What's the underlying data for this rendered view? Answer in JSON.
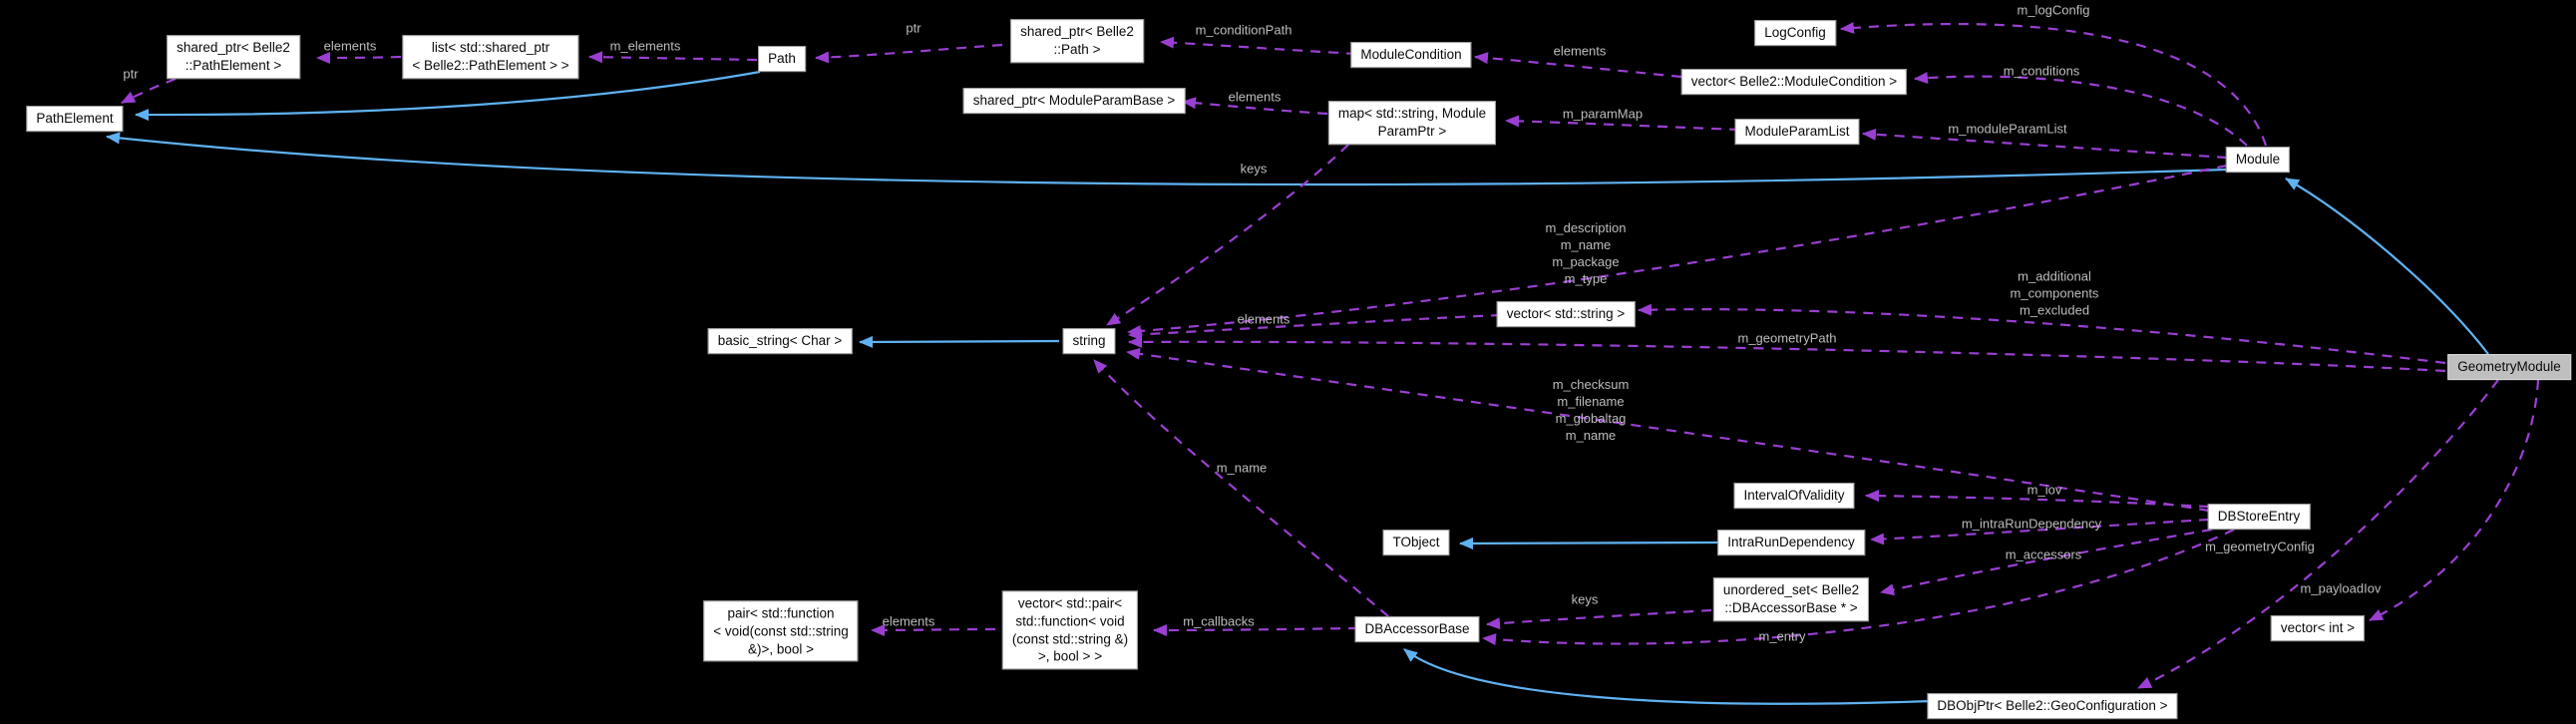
{
  "diagram": {
    "type": "doxygen-collaboration-graph",
    "focus_class": "GeometryModule",
    "colors": {
      "background": "#000000",
      "usage_edge": "#9b3fd3",
      "inheritance_edge": "#5fb2f2",
      "node_fill": "#ffffff",
      "node_border": "#9a9a9a",
      "node_text": "#0a0a0a",
      "focus_node_fill": "#bfbfbf",
      "edge_label_text": "#bdbdbd"
    },
    "nodes": {
      "path_element": {
        "label": "PathElement"
      },
      "sp_path_element": {
        "label": "shared_ptr< Belle2\n::PathElement >"
      },
      "list_sp_pe": {
        "label": "list< std::shared_ptr\n< Belle2::PathElement > >"
      },
      "path": {
        "label": "Path"
      },
      "sp_path": {
        "label": "shared_ptr< Belle2\n::Path >"
      },
      "module_condition": {
        "label": "ModuleCondition"
      },
      "sp_mpb": {
        "label": "shared_ptr< ModuleParamBase >"
      },
      "map_param": {
        "label": "map< std::string, Module\nParamPtr >"
      },
      "log_config": {
        "label": "LogConfig"
      },
      "vector_mc": {
        "label": "vector< Belle2::ModuleCondition >"
      },
      "module_param_list": {
        "label": "ModuleParamList"
      },
      "module": {
        "label": "Module"
      },
      "basic_string": {
        "label": "basic_string< Char >"
      },
      "string": {
        "label": "string"
      },
      "vector_string": {
        "label": "vector< std::string >"
      },
      "geometry_module": {
        "label": "GeometryModule"
      },
      "interval_of_validity": {
        "label": "IntervalOfValidity"
      },
      "tobject": {
        "label": "TObject"
      },
      "intra_run_dependency": {
        "label": "IntraRunDependency"
      },
      "db_store_entry": {
        "label": "DBStoreEntry"
      },
      "unordered_set": {
        "label": "unordered_set< Belle2\n::DBAccessorBase * >"
      },
      "db_accessor_base": {
        "label": "DBAccessorBase"
      },
      "pair_function": {
        "label": "pair< std::function\n< void(const std::string\n&)>, bool >"
      },
      "vector_pair": {
        "label": "vector< std::pair<\nstd::function< void\n(const std::string &)\n>, bool > >"
      },
      "db_obj_ptr": {
        "label": "DBObjPtr< Belle2::GeoConfiguration >"
      },
      "vector_int": {
        "label": "vector< int >"
      }
    },
    "edge_labels": {
      "ptr_path_element": "ptr",
      "elements_list": "elements",
      "m_elements": "m_elements",
      "ptr_path": "ptr",
      "m_conditionPath": "m_conditionPath",
      "elements_conditions": "elements",
      "m_logConfig": "m_logConfig",
      "m_conditions": "m_conditions",
      "m_moduleParamList": "m_moduleParamList",
      "elements_params": "elements",
      "m_paramMap": "m_paramMap",
      "keys_params": "keys",
      "module_strings": "m_description\nm_name\nm_package\nm_type",
      "elements_strings": "elements",
      "geometry_strings": "m_additional\nm_components\nm_excluded",
      "m_geometryPath": "m_geometryPath",
      "dbstore_strings": "m_checksum\nm_filename\nm_globaltag\nm_name",
      "m_name": "m_name",
      "m_iov": "m_iov",
      "m_intraRunDependency": "m_intraRunDependency",
      "m_accessors": "m_accessors",
      "m_geometryConfig": "m_geometryConfig",
      "m_payloadIov": "m_payloadIov",
      "keys_accessors": "keys",
      "m_entry": "m_entry",
      "elements_callbacks": "elements",
      "m_callbacks": "m_callbacks"
    }
  }
}
